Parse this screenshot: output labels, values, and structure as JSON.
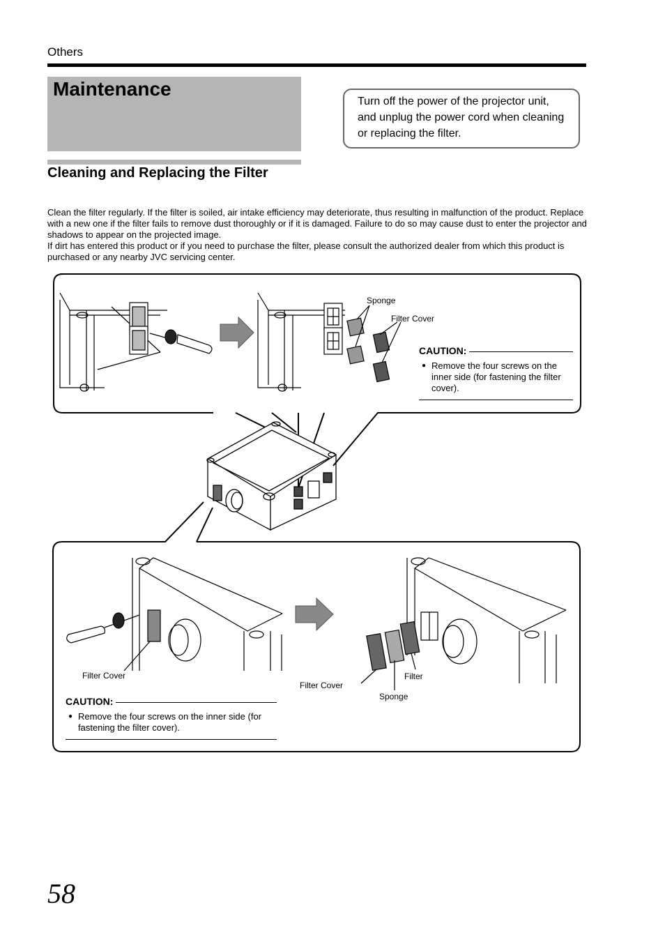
{
  "header": {
    "section": "Others",
    "title": "Maintenance"
  },
  "notice": "Turn off the power of the projector unit, and unplug the power cord when cleaning or replacing the filter.",
  "subsection": {
    "title": "Cleaning and Replacing the Filter",
    "paragraphs": [
      "Clean the filter regularly. If the filter is soiled, air intake efficiency may deteriorate, thus resulting in malfunction of the product. Replace with a new one if the filter fails to remove dust thoroughly or if it is damaged. Failure to do so may cause dust to enter the projector and shadows to appear on the projected image.",
      "If dirt has entered this product or if you need to purchase the filter, please consult the authorized dealer from which this product is purchased or any nearby JVC servicing center."
    ]
  },
  "upper_panel": {
    "labels": {
      "sponge": "Sponge",
      "filter_cover": "Filter Cover"
    },
    "caution": {
      "heading": "CAUTION:",
      "item": "Remove the four screws on the inner side (for fastening the filter cover)."
    }
  },
  "lower_panel": {
    "labels": {
      "filter_cover_left": "Filter Cover",
      "filter_cover_right": "Filter Cover",
      "filter": "Filter",
      "sponge": "Sponge"
    },
    "caution": {
      "heading": "CAUTION:",
      "item": "Remove the four screws on the inner side (for fastening the filter cover)."
    }
  },
  "page_number": "58"
}
